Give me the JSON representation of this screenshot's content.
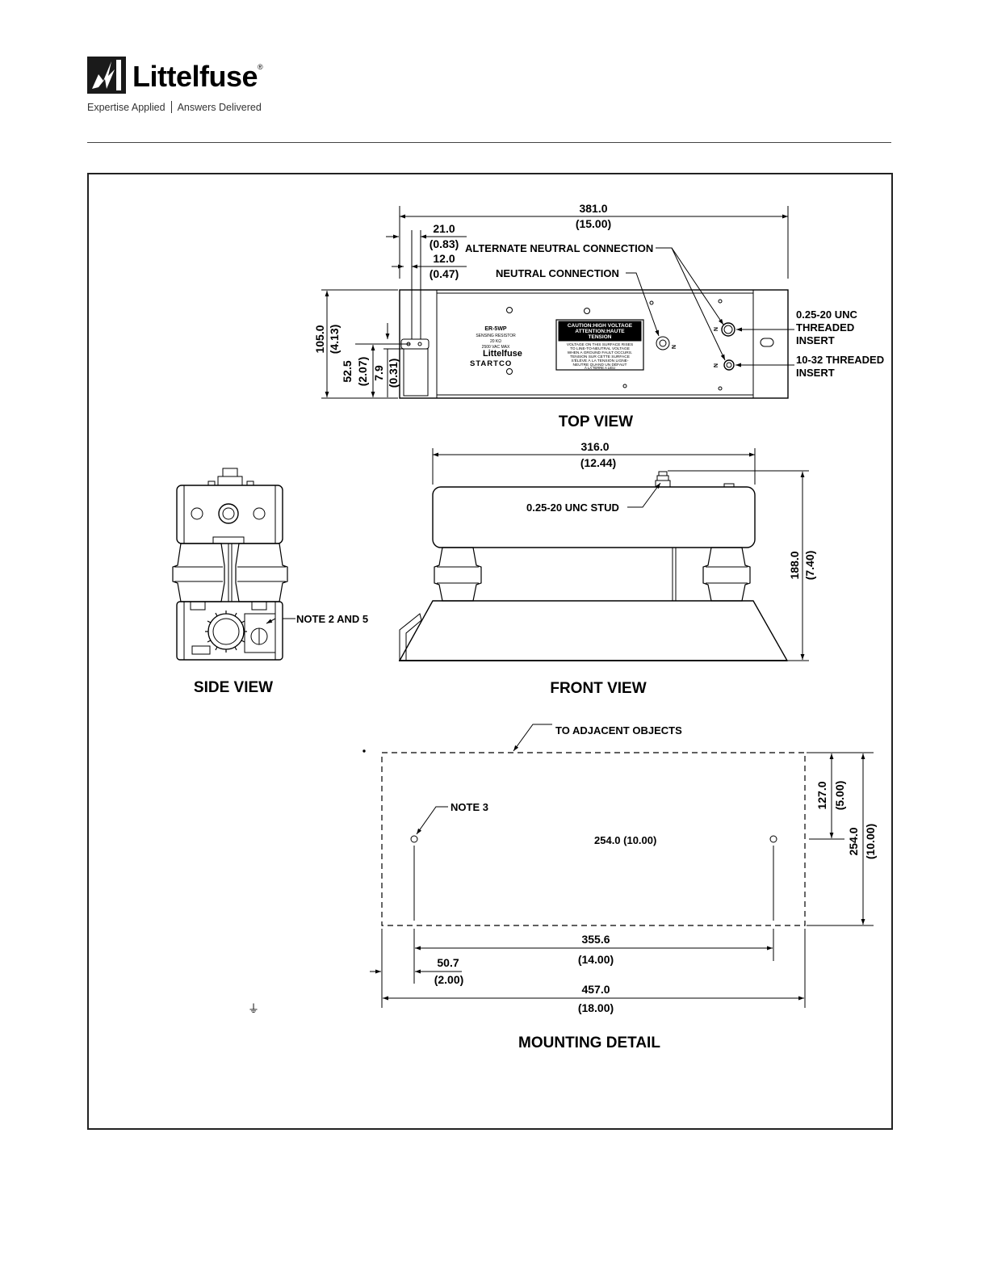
{
  "header": {
    "brand_name": "Littelfuse",
    "registered_mark": "®",
    "tagline_left": "Expertise Applied",
    "tagline_right": "Answers Delivered"
  },
  "top_view": {
    "title": "TOP VIEW",
    "overall_length": "381.0",
    "overall_length_in": "(15.00)",
    "dim_21": "21.0",
    "dim_21_in": "(0.83)",
    "dim_12": "12.0",
    "dim_12_in": "(0.47)",
    "height": "105.0",
    "height_in": "(4.13)",
    "half_height": "52.5",
    "half_height_in": "(2.07)",
    "dim_7_9": "7.9",
    "dim_7_9_in": "(0.31)",
    "alt_neutral": "ALTERNATE NEUTRAL CONNECTION",
    "neutral": "NEUTRAL CONNECTION",
    "insert_a_1": "0.25-20 UNC",
    "insert_a_2": "THREADED",
    "insert_a_3": "INSERT",
    "insert_b_1": "10-32 THREADED",
    "insert_b_2": "INSERT",
    "n_mark": "N",
    "label_model": "ER-5WP",
    "label_desc": "SENSING RESISTOR",
    "label_ohms": "20 KΩ",
    "label_volts": "2500 VAC MAX",
    "label_brand": "Littelfuse",
    "label_startco": "STARTCO",
    "caution_1": "CAUTION:HIGH VOLTAGE",
    "caution_2": "ATTENTION:HAUTE",
    "caution_3": "TENSION",
    "caution_body_1": "VOLTAGE ON THIS SURFACE RISES",
    "caution_body_2": "TO LINE-TO-NEUTRAL VOLTAGE",
    "caution_body_3": "WHEN A GROUND FAULT OCCURS.",
    "caution_body_4": "TENSION SUR CETTE SURFACE",
    "caution_body_5": "S'ÉLÈVE À LA TENSION LIGNE-",
    "caution_body_6": "NEUTRE QUAND UN DÉFAUT",
    "caution_body_7": "À LA TERRE A LIEU"
  },
  "front_view": {
    "title": "FRONT VIEW",
    "width": "316.0",
    "width_in": "(12.44)",
    "height": "188.0",
    "height_in": "(7.40)",
    "stud": "0.25-20 UNC STUD"
  },
  "side_view": {
    "title": "SIDE VIEW",
    "note": "NOTE 2 AND 5"
  },
  "mounting": {
    "title": "MOUNTING DETAIL",
    "adjacent": "TO ADJACENT OBJECTS",
    "note3": "NOTE 3",
    "center_dim": "254.0 (10.00)",
    "half_h": "127.0",
    "half_h_in": "(5.00)",
    "full_h": "254.0",
    "full_h_in": "(10.00)",
    "hole_span": "355.6",
    "hole_span_in": "(14.00)",
    "offset": "50.7",
    "offset_in": "(2.00)",
    "overall": "457.0",
    "overall_in": "(18.00)"
  },
  "ground_symbol": "⏚"
}
